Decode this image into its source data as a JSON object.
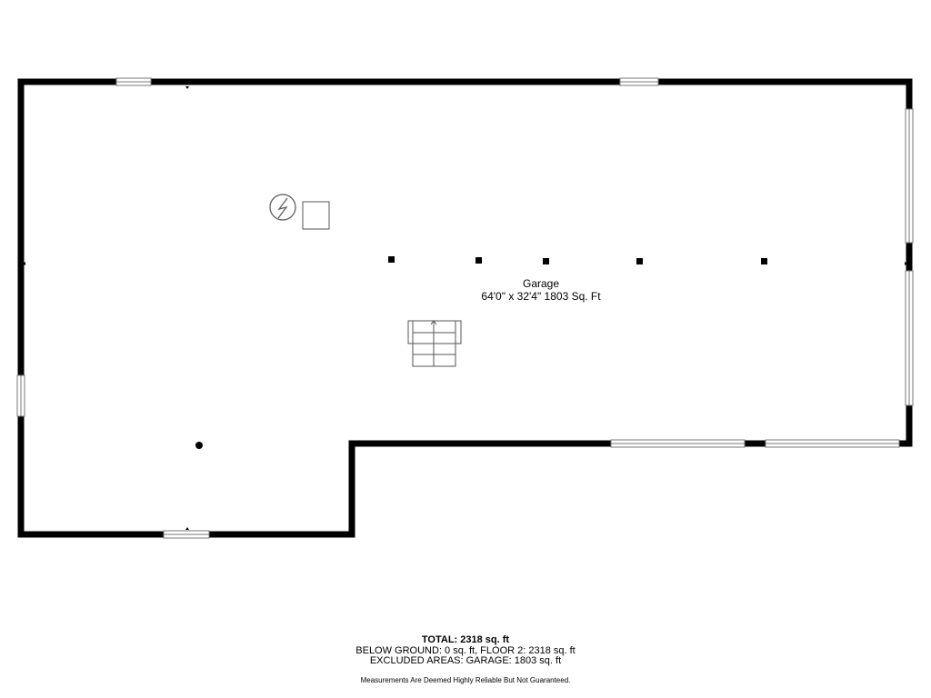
{
  "room": {
    "name": "Garage",
    "dimensions": "64'0\" x 32'4\" 1803 Sq. Ft"
  },
  "summary": {
    "total": "TOTAL: 2318 sq. ft",
    "below_ground": "BELOW GROUND: 0 sq. ft, FLOOR 2: 2318 sq. ft",
    "excluded": "EXCLUDED AREAS: GARAGE: 1803 sq. ft",
    "disclaimer": "Measurements Are Deemed Highly Reliable But Not Guaranteed."
  },
  "colors": {
    "wall": "#000000",
    "background": "#ffffff",
    "fixture": "#555555"
  },
  "icons": [
    "electrical-panel-icon",
    "utility-box-icon",
    "stairs-icon",
    "column-icon",
    "floor-drain-icon"
  ]
}
